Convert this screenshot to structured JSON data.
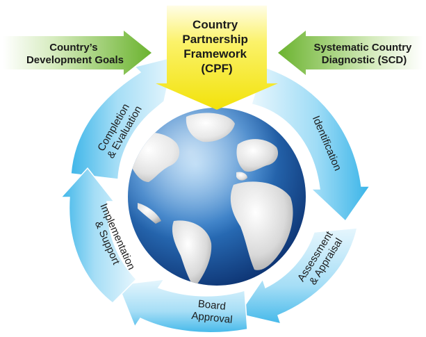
{
  "cpf": {
    "line1": "Country",
    "line2": "Partnership",
    "line3": "Framework",
    "line4": "(CPF)"
  },
  "left_input": {
    "line1": "Country’s",
    "line2": "Development Goals"
  },
  "right_input": {
    "line1": "Systematic Country",
    "line2": "Diagnostic (SCD)"
  },
  "cycle": {
    "identification": {
      "line1": "Identification"
    },
    "assessment": {
      "line1": "Assessment",
      "line2": "& Appraisal"
    },
    "board": {
      "line1": "Board",
      "line2": "Approval"
    },
    "implementation": {
      "line1": "Implementation",
      "line2": "& Support"
    },
    "completion": {
      "line1": "Completion",
      "line2": "& Evaluation"
    }
  },
  "colors": {
    "cycle_light": "#dff4fd",
    "cycle_dark": "#3fb7ea",
    "cpf_yellow": "#f6ea1e",
    "green_input": "#78bc3e",
    "globe_ocean": "#1d5fa6",
    "land": "#dcdcdc"
  }
}
